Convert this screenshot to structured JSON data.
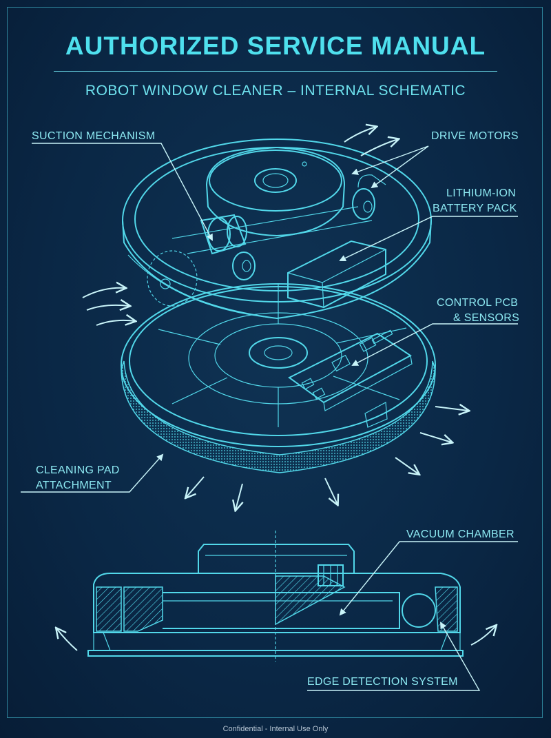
{
  "header": {
    "title": "AUTHORIZED SERVICE MANUAL",
    "subtitle": "ROBOT WINDOW CLEANER – INTERNAL SCHEMATIC"
  },
  "callouts": {
    "suction_mechanism": "SUCTION MECHANISM",
    "drive_motors": "DRIVE MOTORS",
    "battery_line1": "LITHIUM-ION",
    "battery_line2": "BATTERY PACK",
    "pcb_line1": "CONTROL PCB",
    "pcb_line2": "& SENSORS",
    "pad_line1": "CLEANING PAD",
    "pad_line2": "ATTACHMENT",
    "vacuum_chamber": "VACUUM CHAMBER",
    "edge_detection": "EDGE DETECTION SYSTEM"
  },
  "footer": {
    "text": "Confidential - Internal Use Only"
  },
  "colors": {
    "background": "#0b2a48",
    "line": "#52d8ea",
    "title": "#4fe0ee",
    "label": "#8de9f2"
  }
}
